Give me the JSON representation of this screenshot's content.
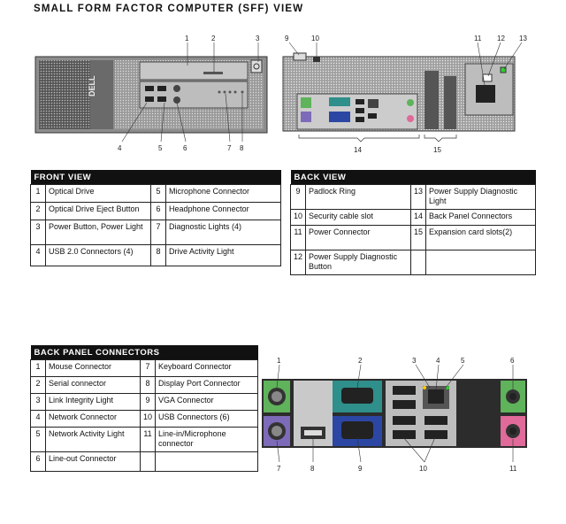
{
  "title": "SMALL FORM FACTOR COMPUTER (SFF) VIEW",
  "front_image": {
    "brand": "DELL",
    "callouts_top": [
      "1",
      "2",
      "3"
    ],
    "callouts_bottom": [
      "4",
      "5",
      "6",
      "7",
      "8"
    ]
  },
  "back_image": {
    "callouts_top": [
      "9",
      "10",
      "11",
      "12",
      "13"
    ],
    "callouts_bottom": [
      "14",
      "15"
    ]
  },
  "front_view": {
    "header": "FRONT VIEW",
    "rows": [
      {
        "n1": "1",
        "l1": "Optical Drive",
        "n2": "5",
        "l2": "Microphone Connector"
      },
      {
        "n1": "2",
        "l1": "Optical Drive Eject Button",
        "n2": "6",
        "l2": "Headphone Connector"
      },
      {
        "n1": "3",
        "l1": "Power Button, Power Light",
        "n2": "7",
        "l2": "Diagnostic Lights (4)"
      },
      {
        "n1": "4",
        "l1": "USB 2.0 Connectors (4)",
        "n2": "8",
        "l2": "Drive Activity Light"
      }
    ]
  },
  "back_view": {
    "header": "BACK VIEW",
    "rows": [
      {
        "n1": "9",
        "l1": "Padlock Ring",
        "n2": "13",
        "l2": "Power Supply Diagnostic Light"
      },
      {
        "n1": "10",
        "l1": "Security cable slot",
        "n2": "14",
        "l2": "Back Panel Connectors"
      },
      {
        "n1": "11",
        "l1": "Power Connector",
        "n2": "15",
        "l2": "Expansion card slots(2)"
      },
      {
        "n1": "12",
        "l1": "Power Supply Diagnostic Button",
        "n2": "",
        "l2": ""
      }
    ]
  },
  "back_panel": {
    "header": "BACK PANEL CONNECTORS",
    "rows": [
      {
        "n1": "1",
        "l1": "Mouse Connector",
        "n2": "7",
        "l2": "Keyboard Connector"
      },
      {
        "n1": "2",
        "l1": "Serial connector",
        "n2": "8",
        "l2": "Display Port Connector"
      },
      {
        "n1": "3",
        "l1": "Link Integrity Light",
        "n2": "9",
        "l2": "VGA Connector"
      },
      {
        "n1": "4",
        "l1": "Network Connector",
        "n2": "10",
        "l2": "USB Connectors (6)"
      },
      {
        "n1": "5",
        "l1": "Network Activity Light",
        "n2": "11",
        "l2": "Line-in/Microphone connector"
      },
      {
        "n1": "6",
        "l1": "Line-out Connector",
        "n2": "",
        "l2": ""
      }
    ]
  },
  "panel_image": {
    "callouts_top": [
      "1",
      "2",
      "3",
      "4",
      "5",
      "6"
    ],
    "callouts_bottom": [
      "7",
      "8",
      "9",
      "10",
      "11"
    ]
  },
  "colors": {
    "mouse_green": "#5fb35a",
    "keyboard_purple": "#7d6ab8",
    "serial_teal": "#2f8f8a",
    "vga_blue": "#2b47a3",
    "audio_pink": "#e06a9a",
    "panel_gray": "#c9c9c9",
    "chassis_dark": "#3a3a3a"
  }
}
